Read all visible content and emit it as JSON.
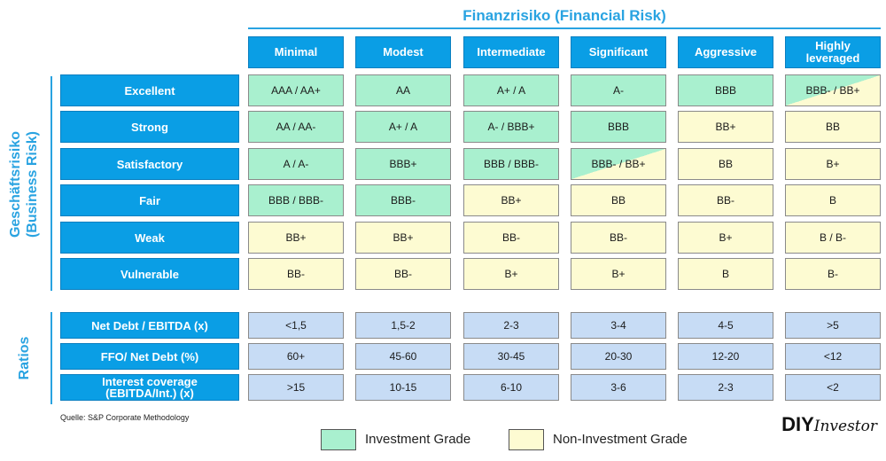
{
  "title": "Finanzrisiko (Financial Risk)",
  "business_risk_label": [
    "Geschäftsrisiko",
    "(Business Risk)"
  ],
  "ratios_label": "Ratios",
  "columns": [
    "Minimal",
    "Modest",
    "Intermediate",
    "Significant",
    "Aggressive",
    "Highly leveraged"
  ],
  "rows": [
    {
      "label": "Excellent",
      "cells": [
        {
          "text": "AAA / AA+",
          "grade": "ig"
        },
        {
          "text": "AA",
          "grade": "ig"
        },
        {
          "text": "A+ / A",
          "grade": "ig"
        },
        {
          "text": "A-",
          "grade": "ig"
        },
        {
          "text": "BBB",
          "grade": "ig"
        },
        {
          "text": "BBB- / BB+",
          "grade": "split"
        }
      ]
    },
    {
      "label": "Strong",
      "cells": [
        {
          "text": "AA / AA-",
          "grade": "ig"
        },
        {
          "text": "A+ / A",
          "grade": "ig"
        },
        {
          "text": "A- / BBB+",
          "grade": "ig"
        },
        {
          "text": "BBB",
          "grade": "ig"
        },
        {
          "text": "BB+",
          "grade": "nig"
        },
        {
          "text": "BB",
          "grade": "nig"
        }
      ]
    },
    {
      "label": "Satisfactory",
      "cells": [
        {
          "text": "A / A-",
          "grade": "ig"
        },
        {
          "text": "BBB+",
          "grade": "ig"
        },
        {
          "text": "BBB / BBB-",
          "grade": "ig"
        },
        {
          "text": "BBB- / BB+",
          "grade": "split"
        },
        {
          "text": "BB",
          "grade": "nig"
        },
        {
          "text": "B+",
          "grade": "nig"
        }
      ]
    },
    {
      "label": "Fair",
      "cells": [
        {
          "text": "BBB / BBB-",
          "grade": "ig"
        },
        {
          "text": "BBB-",
          "grade": "ig"
        },
        {
          "text": "BB+",
          "grade": "nig"
        },
        {
          "text": "BB",
          "grade": "nig"
        },
        {
          "text": "BB-",
          "grade": "nig"
        },
        {
          "text": "B",
          "grade": "nig"
        }
      ]
    },
    {
      "label": "Weak",
      "cells": [
        {
          "text": "BB+",
          "grade": "nig"
        },
        {
          "text": "BB+",
          "grade": "nig"
        },
        {
          "text": "BB-",
          "grade": "nig"
        },
        {
          "text": "BB-",
          "grade": "nig"
        },
        {
          "text": "B+",
          "grade": "nig"
        },
        {
          "text": "B / B-",
          "grade": "nig"
        }
      ]
    },
    {
      "label": "Vulnerable",
      "cells": [
        {
          "text": "BB-",
          "grade": "nig"
        },
        {
          "text": "BB-",
          "grade": "nig"
        },
        {
          "text": "B+",
          "grade": "nig"
        },
        {
          "text": "B+",
          "grade": "nig"
        },
        {
          "text": "B",
          "grade": "nig"
        },
        {
          "text": "B-",
          "grade": "nig"
        }
      ]
    }
  ],
  "ratio_rows": [
    {
      "label": "Net Debt / EBITDA (x)",
      "values": [
        "<1,5",
        "1,5-2",
        "2-3",
        "3-4",
        "4-5",
        ">5"
      ]
    },
    {
      "label": "FFO/ Net Debt (%)",
      "values": [
        "60+",
        "45-60",
        "30-45",
        "20-30",
        "12-20",
        "<12"
      ]
    },
    {
      "label": "Interest coverage (EBITDA/Int.) (x)",
      "values": [
        ">15",
        "10-15",
        "6-10",
        "3-6",
        "2-3",
        "<2"
      ]
    }
  ],
  "source": "Quelle: S&P Corporate Methodology",
  "legend": {
    "investment": "Investment Grade",
    "non_investment": "Non-Investment Grade"
  },
  "brand": {
    "part1": "DIY",
    "part2": "Investor"
  },
  "colors": {
    "accent": "#0a9ee5",
    "title": "#29a3e1",
    "investment": "#a9f0cf",
    "non_investment": "#fdfbd2",
    "ratio": "#c7dcf5"
  }
}
